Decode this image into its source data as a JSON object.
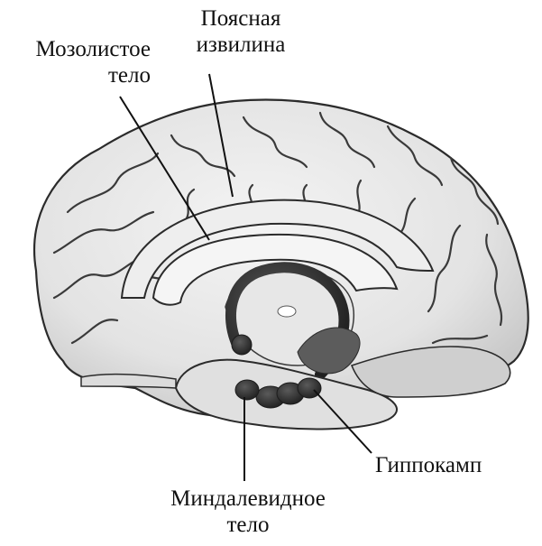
{
  "labels": {
    "cingulate_gyrus": {
      "line1": "Поясная",
      "line2": "извилина"
    },
    "corpus_callosum": {
      "line1": "Мозолистое",
      "line2": "тело"
    },
    "hippocampus": {
      "line1": "Гиппокамп"
    },
    "amygdala": {
      "line1": "Миндалевидное",
      "line2": "тело"
    }
  },
  "colors": {
    "outline": "#2b2b2b",
    "cortex_fill": "#e9e9e9",
    "inner_fill": "#f3f3f3",
    "limbic_dark": "#2e2e2e",
    "shadow": "#6b6b6b"
  }
}
